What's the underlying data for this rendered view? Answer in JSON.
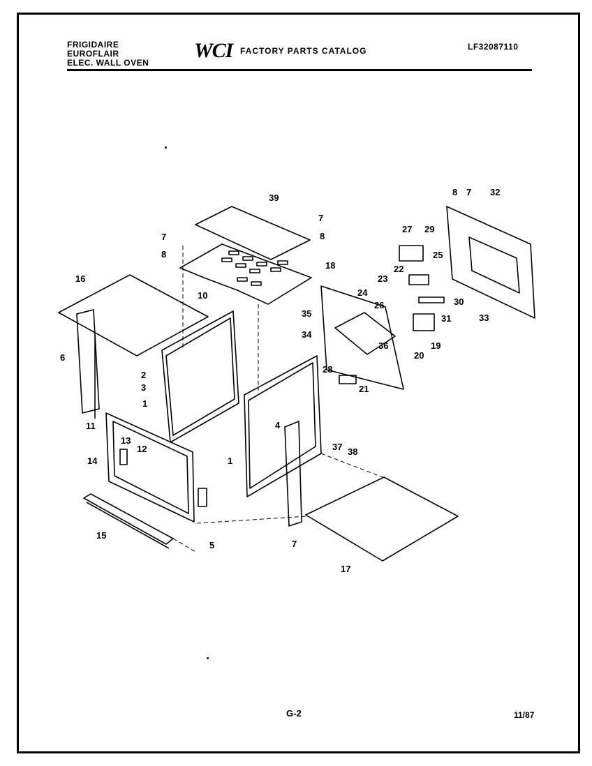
{
  "header": {
    "brand_lines": [
      "FRIGIDAIRE",
      "EUROFLAIR",
      "ELEC. WALL OVEN"
    ],
    "logo_text": "WCI",
    "catalog_title": "FACTORY PARTS CATALOG",
    "part_number": "LF32087110"
  },
  "footer": {
    "page": "G-2",
    "date": "11/87"
  },
  "callouts": [
    {
      "id": "c39",
      "label": "39"
    },
    {
      "id": "c7a",
      "label": "7"
    },
    {
      "id": "c8a",
      "label": "8"
    },
    {
      "id": "c7b",
      "label": "7"
    },
    {
      "id": "c8b",
      "label": "8"
    },
    {
      "id": "c16",
      "label": "16"
    },
    {
      "id": "c10",
      "label": "10"
    },
    {
      "id": "c6",
      "label": "6"
    },
    {
      "id": "c2",
      "label": "2"
    },
    {
      "id": "c3",
      "label": "3"
    },
    {
      "id": "c1a",
      "label": "1"
    },
    {
      "id": "c11",
      "label": "11"
    },
    {
      "id": "c13",
      "label": "13"
    },
    {
      "id": "c12",
      "label": "12"
    },
    {
      "id": "c14",
      "label": "14"
    },
    {
      "id": "c15",
      "label": "15"
    },
    {
      "id": "c5",
      "label": "5"
    },
    {
      "id": "c1b",
      "label": "1"
    },
    {
      "id": "c4",
      "label": "4"
    },
    {
      "id": "c7c",
      "label": "7"
    },
    {
      "id": "c17",
      "label": "17"
    },
    {
      "id": "c37",
      "label": "37"
    },
    {
      "id": "c38",
      "label": "38"
    },
    {
      "id": "c18",
      "label": "18"
    },
    {
      "id": "c24",
      "label": "24"
    },
    {
      "id": "c35",
      "label": "35"
    },
    {
      "id": "c34",
      "label": "34"
    },
    {
      "id": "c28",
      "label": "28"
    },
    {
      "id": "c21",
      "label": "21"
    },
    {
      "id": "c36",
      "label": "36"
    },
    {
      "id": "c26",
      "label": "26"
    },
    {
      "id": "c20",
      "label": "20"
    },
    {
      "id": "c19",
      "label": "19"
    },
    {
      "id": "c31",
      "label": "31"
    },
    {
      "id": "c30",
      "label": "30"
    },
    {
      "id": "c23",
      "label": "23"
    },
    {
      "id": "c22",
      "label": "22"
    },
    {
      "id": "c25",
      "label": "25"
    },
    {
      "id": "c27",
      "label": "27"
    },
    {
      "id": "c29",
      "label": "29"
    },
    {
      "id": "c8c",
      "label": "8"
    },
    {
      "id": "c7d",
      "label": "7"
    },
    {
      "id": "c32",
      "label": "32"
    },
    {
      "id": "c33",
      "label": "33"
    }
  ]
}
